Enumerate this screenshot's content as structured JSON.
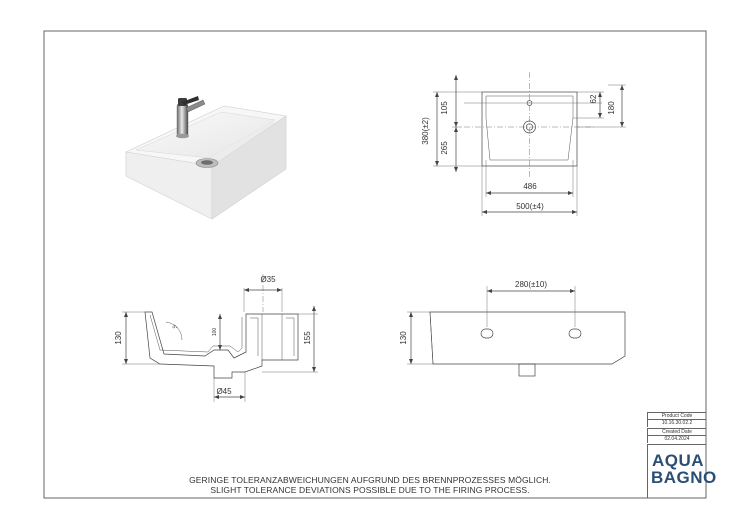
{
  "drawing": {
    "top_view": {
      "dim_105": "105",
      "dim_265": "265",
      "dim_380": "380(±2)",
      "dim_62": "62",
      "dim_180": "180",
      "dim_486": "486",
      "dim_500": "500(±4)"
    },
    "section_view": {
      "dim_35": "Ø35",
      "dim_130": "130",
      "dim_100": "100",
      "dim_155": "155",
      "dim_45": "Ø45",
      "dim_angle": "5°"
    },
    "back_view": {
      "dim_280": "280(±10)",
      "dim_130": "130"
    }
  },
  "title_block": {
    "product_code_label": "Product Code",
    "product_code": "10.16.30.02.2",
    "created_date_label": "Created Date",
    "created_date": "02.04.2024"
  },
  "logo": {
    "line1": "AQUA",
    "line2": "BAGNO",
    "color": "#2a4f73"
  },
  "tolerance_note": {
    "de": "GERINGE TOLERANZABWEICHUNGEN AUFGRUND DES BRENNPROZESSES MÖGLICH.",
    "en": "SLIGHT TOLERANCE DEVIATIONS POSSIBLE DUE TO THE FIRING PROCESS."
  }
}
